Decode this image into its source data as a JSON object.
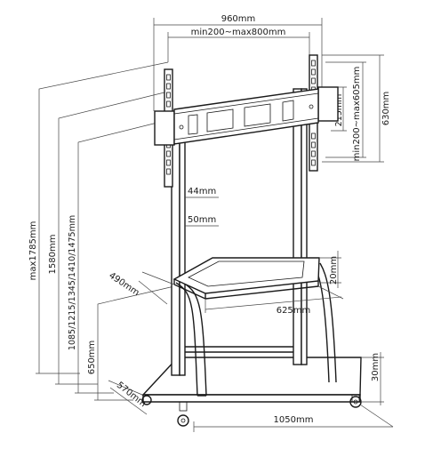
{
  "diagram": {
    "dimensions": {
      "overall_width": "960mm",
      "vesa_horizontal": "min200~max800mm",
      "vesa_vertical": "min200~max605mm",
      "bracket_height": "630mm",
      "bracket_gap": "215mm",
      "column_width": "44mm",
      "column_depth": "50mm",
      "total_height": "max1785mm",
      "height_1580": "1580mm",
      "height_options": "1085/1215/1345/1410/1475mm",
      "shelf_height": "650mm",
      "shelf_depth": "490mm",
      "shelf_width": "625mm",
      "shelf_lip": "20mm",
      "base_depth": "570mm",
      "base_width": "1050mm",
      "base_height": "30mm"
    }
  }
}
